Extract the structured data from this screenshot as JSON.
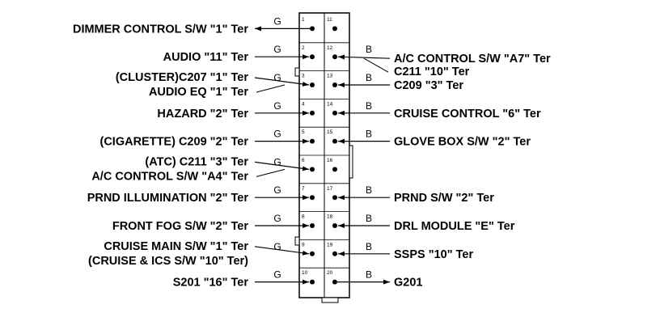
{
  "connector": {
    "left_pins": [
      "1",
      "2",
      "3",
      "4",
      "5",
      "6",
      "7",
      "8",
      "9",
      "10"
    ],
    "right_pins": [
      "11",
      "12",
      "13",
      "14",
      "15",
      "16",
      "17",
      "18",
      "19",
      "20"
    ]
  },
  "wire_colors": {
    "left": "G",
    "right": "B"
  },
  "left_labels": [
    {
      "pin": "1",
      "lines": [
        "DIMMER CONTROL S/W \"1\" Ter"
      ]
    },
    {
      "pin": "2",
      "lines": [
        "AUDIO \"11\" Ter"
      ]
    },
    {
      "pin": "3",
      "lines": [
        "(CLUSTER)C207 \"1\" Ter",
        "AUDIO EQ \"1\" Ter"
      ]
    },
    {
      "pin": "4",
      "lines": [
        "HAZARD \"2\" Ter"
      ]
    },
    {
      "pin": "5",
      "lines": [
        "(CIGARETTE) C209 \"2\" Ter"
      ]
    },
    {
      "pin": "6",
      "lines": [
        "(ATC) C211 \"3\" Ter",
        "A/C CONTROL S/W \"A4\" Ter"
      ]
    },
    {
      "pin": "7",
      "lines": [
        "PRND ILLUMINATION \"2\" Ter"
      ]
    },
    {
      "pin": "8",
      "lines": [
        "FRONT FOG S/W \"2\" Ter"
      ]
    },
    {
      "pin": "9",
      "lines": [
        "CRUISE MAIN S/W \"1\" Ter",
        "(CRUISE & ICS S/W \"10\" Ter)"
      ]
    },
    {
      "pin": "10",
      "lines": [
        "S201 \"16\" Ter"
      ]
    }
  ],
  "right_labels": [
    {
      "pin": "12",
      "lines": [
        "A/C CONTROL S/W \"A7\" Ter",
        "C211 \"10\" Ter"
      ]
    },
    {
      "pin": "13",
      "lines": [
        "C209 \"3\" Ter"
      ]
    },
    {
      "pin": "14",
      "lines": [
        "CRUISE CONTROL \"6\" Ter"
      ]
    },
    {
      "pin": "15",
      "lines": [
        "GLOVE BOX S/W \"2\" Ter"
      ]
    },
    {
      "pin": "17",
      "lines": [
        "PRND S/W \"2\" Ter"
      ]
    },
    {
      "pin": "18",
      "lines": [
        "DRL MODULE \"E\" Ter"
      ]
    },
    {
      "pin": "19",
      "lines": [
        "SSPS \"10\" Ter"
      ]
    },
    {
      "pin": "20",
      "lines": [
        "G201"
      ]
    }
  ]
}
